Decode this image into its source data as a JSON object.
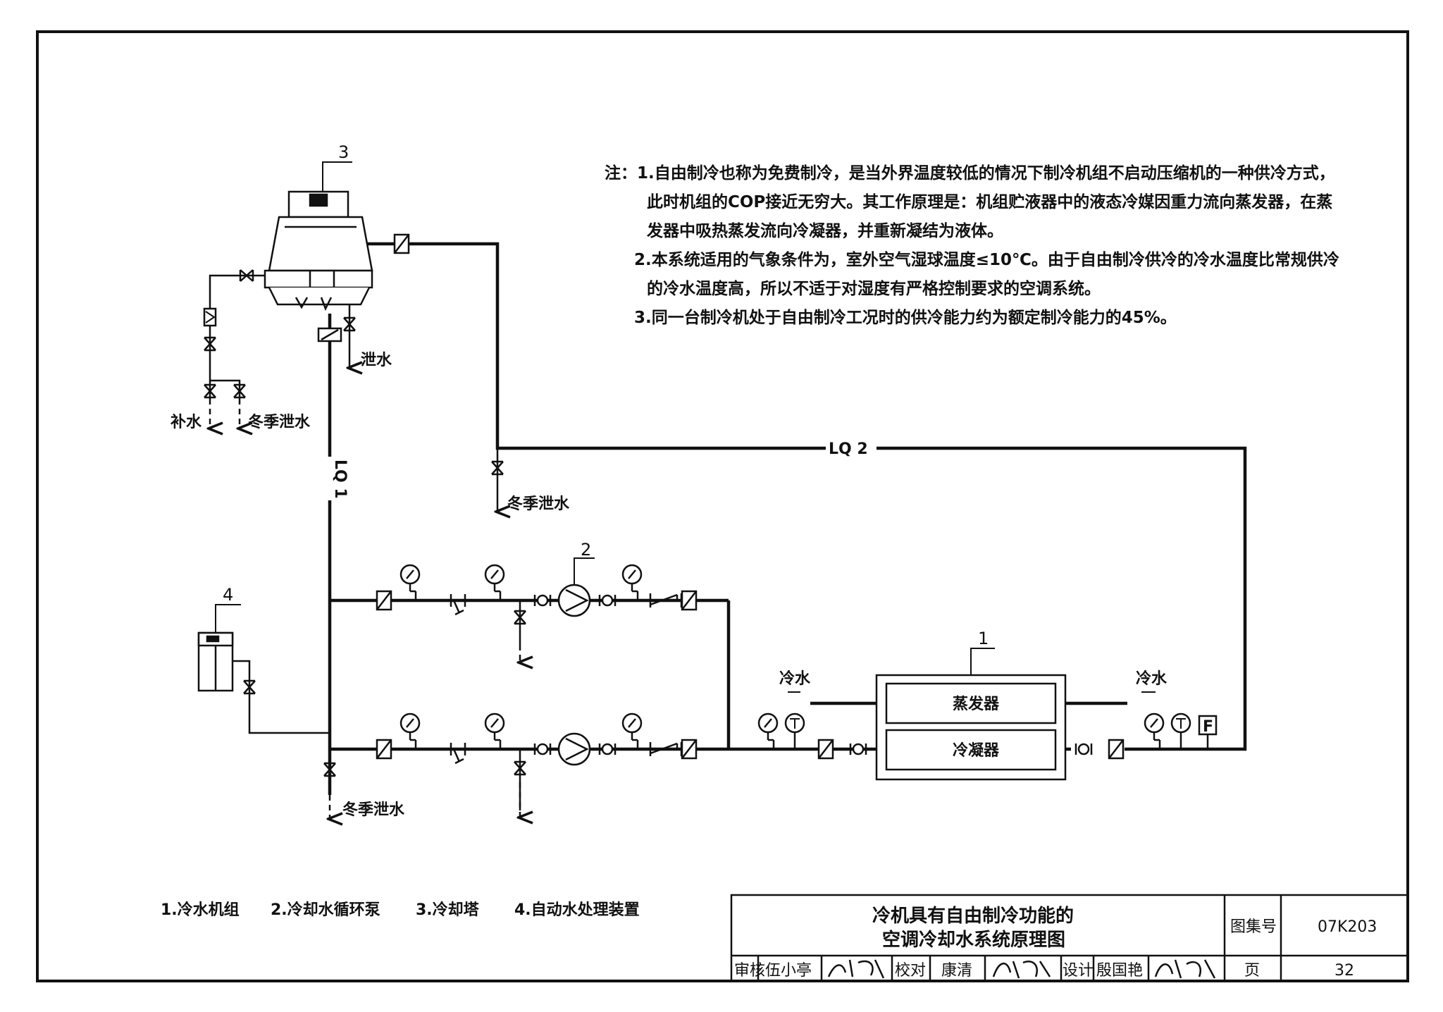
{
  "notes": {
    "prefix": "注：",
    "items": [
      {
        "lines": [
          "1.自由制冷也称为免费制冷，是当外界温度较低的情况下制冷机组不启动压缩机的一种供冷方式，",
          "此时机组的COP接近无穷大。其工作原理是：机组贮液器中的液态冷媒因重力流向蒸发器，在蒸",
          "发器中吸热蒸发流向冷凝器，并重新凝结为液体。"
        ]
      },
      {
        "lines": [
          "2.本系统适用的气象条件为，室外空气湿球温度≤10℃。由于自由制冷供冷的冷水温度比常规供冷",
          "的冷水温度高，所以不适于对湿度有严格控制要求的空调系统。"
        ]
      },
      {
        "lines": [
          "3.同一台制冷机处于自由制冷工况时的供冷能力约为额定制冷能力的45%。"
        ]
      }
    ]
  },
  "labels": {
    "tag_3": "3",
    "tag_2": "2",
    "tag_1": "1",
    "tag_4": "4",
    "make_up_water": "补水",
    "winter_drain_1": "冬季泄水",
    "winter_drain_2": "冬季泄水",
    "winter_drain_3": "冬季泄水",
    "drain": "泄水",
    "lq1": "LQ 1",
    "lq2": "LQ 2",
    "chilled_water_in": "冷水",
    "chilled_water_out": "冷水",
    "evaporator": "蒸发器",
    "condenser": "冷凝器",
    "flow_meter": "F"
  },
  "legend": [
    "1.冷水机组",
    "2.冷却水循环泵",
    "3.冷却塔",
    "4.自动水处理装置"
  ],
  "title_block": {
    "title_line1": "冷机具有自由制冷功能的",
    "title_line2": "空调冷却水系统原理图",
    "atlas_label": "图集号",
    "atlas_no": "07K203",
    "page_label": "页",
    "page_no": "32",
    "review_label": "审核",
    "reviewer": "伍小亭",
    "check_label": "校对",
    "checker": "康清",
    "design_label": "设计",
    "designer": "殷国艳"
  }
}
